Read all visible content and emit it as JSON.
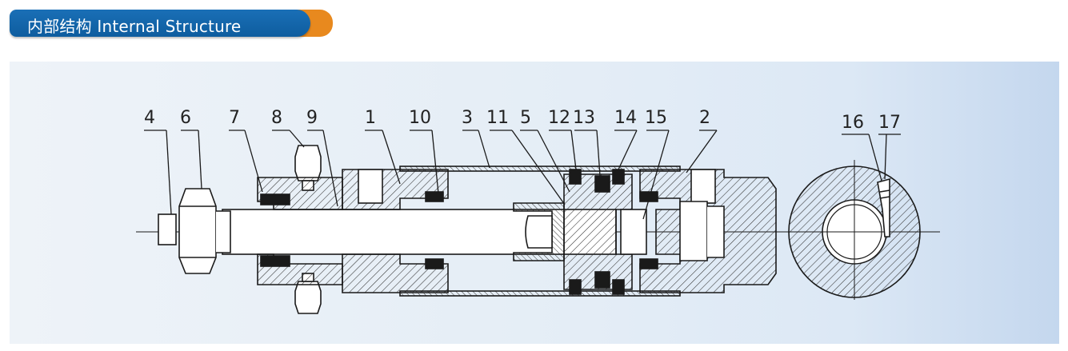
{
  "header": {
    "title": "内部结构 Internal Structure"
  },
  "callouts": [
    "4",
    "6",
    "7",
    "8",
    "9",
    "1",
    "10",
    "3",
    "11",
    "5",
    "12",
    "13",
    "14",
    "15",
    "2",
    "16",
    "17"
  ],
  "colors": {
    "header_blue": "#1167ad",
    "header_orange": "#e8891e",
    "line": "#1a1a1a"
  }
}
